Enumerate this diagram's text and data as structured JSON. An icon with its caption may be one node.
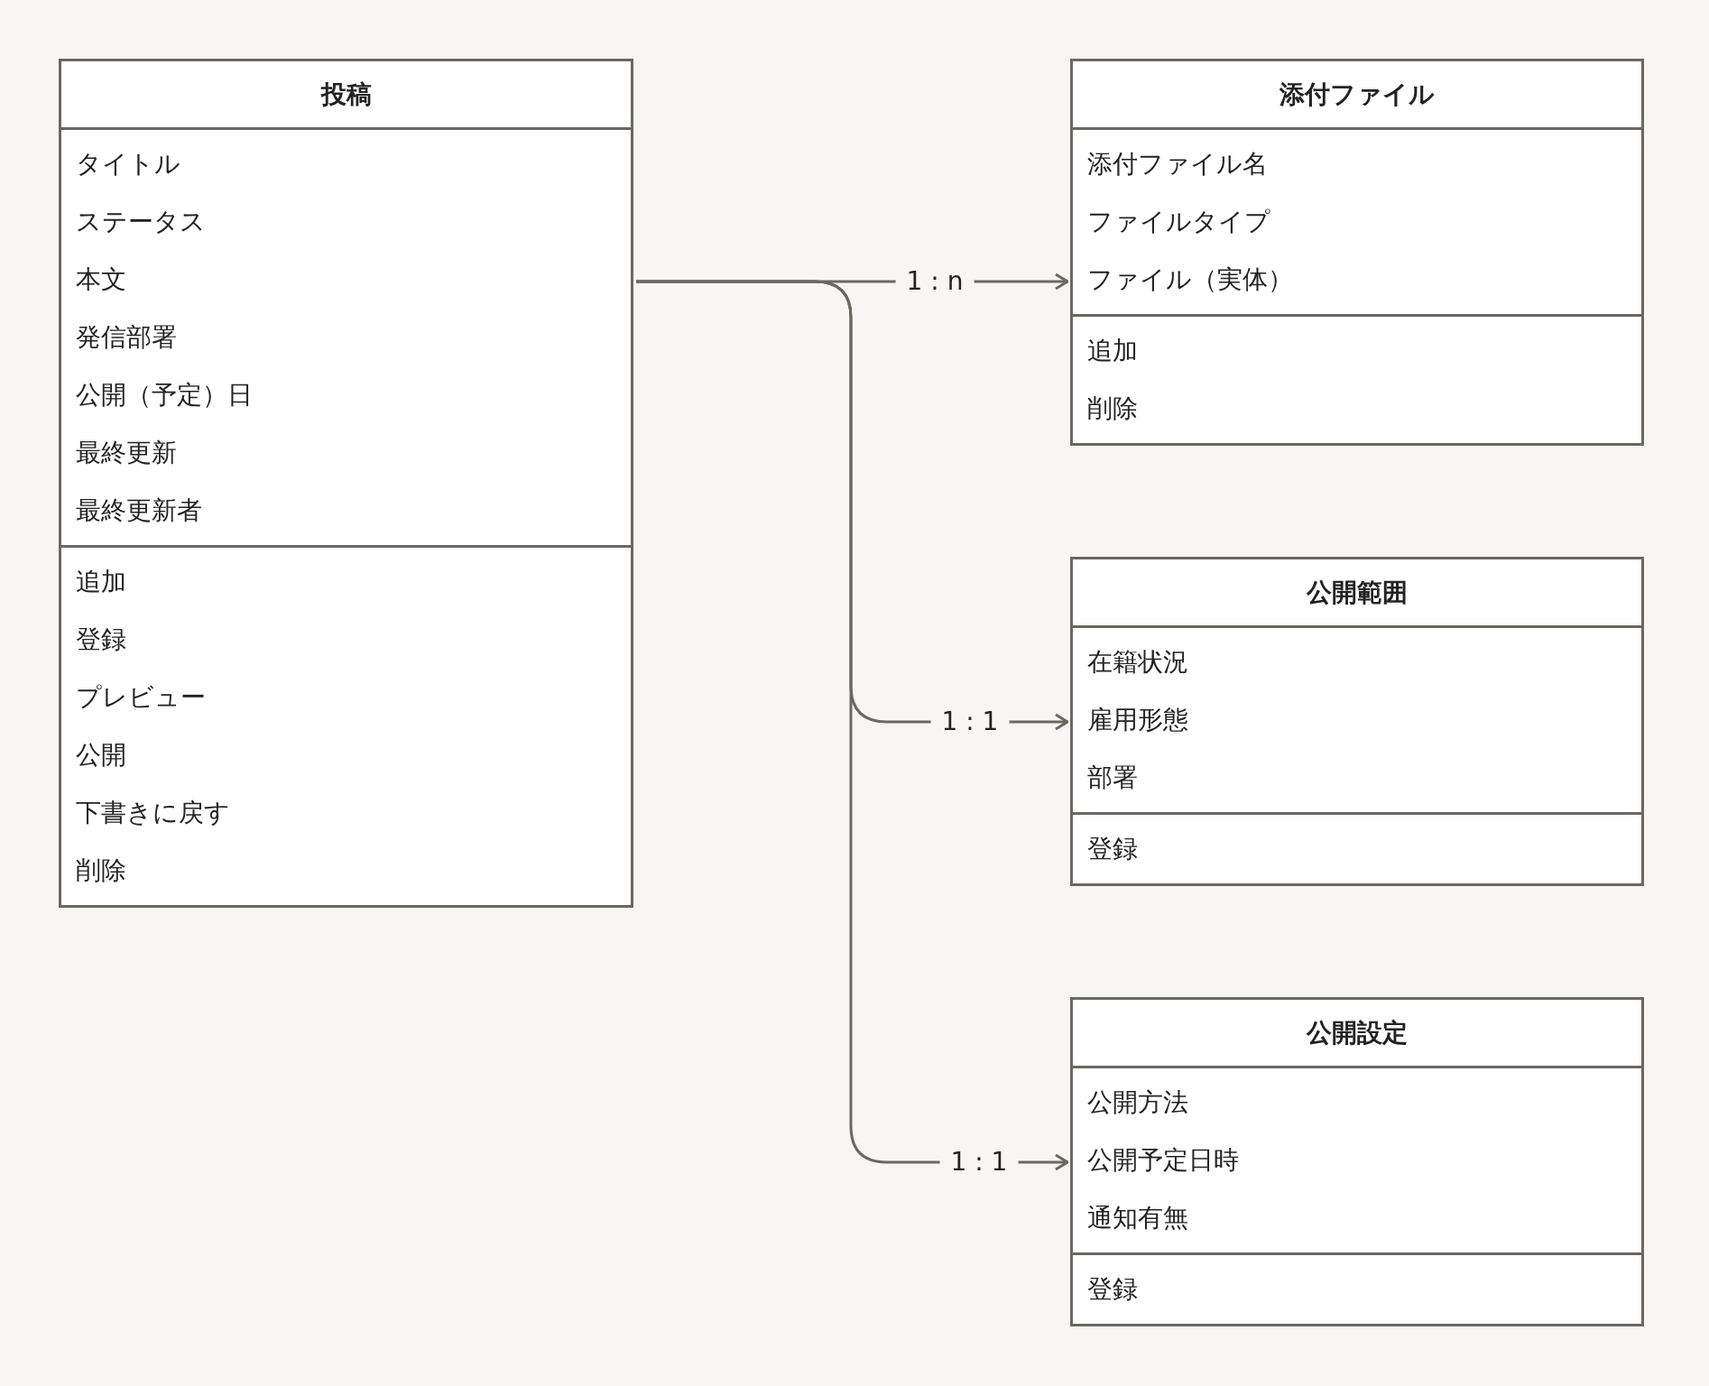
{
  "diagram": {
    "nodes": [
      {
        "text": [
          "投稿"
        ]
      },
      {
        "text": [
          "タイトル",
          "ステータス",
          "本文",
          "発信部署",
          "公開（予定）日",
          "最終更新",
          "最終更新者"
        ],
        "in": 0
      },
      {
        "text": [
          "追加",
          "登録",
          "プレビュー",
          "公開",
          "下書きに戻す",
          "削除"
        ],
        "in": 0
      },
      {
        "text": [
          "添付ファイル"
        ]
      },
      {
        "text": [
          "添付ファイル名",
          "ファイルタイプ",
          "ファイル（実体）"
        ],
        "in": 3
      },
      {
        "text": [
          "追加",
          "削除"
        ],
        "in": 3
      },
      {
        "text": [
          "公開範囲"
        ]
      },
      {
        "text": [
          "在籍状況",
          "雇用形態",
          "部署"
        ],
        "in": 6
      },
      {
        "text": [
          "登録"
        ],
        "in": 6
      },
      {
        "text": [
          "公開設定"
        ]
      },
      {
        "text": [
          "公開方法",
          "公開予定日時",
          "通知有無"
        ],
        "in": 9
      },
      {
        "text": [
          "登録"
        ],
        "in": 9
      }
    ],
    "edges": [
      {
        "from": 0,
        "to": 3,
        "arrow": "to",
        "label": "1 : n"
      },
      {
        "from": 0,
        "to": 6,
        "arrow": "to",
        "label": "1 : 1"
      },
      {
        "from": 0,
        "to": 9,
        "arrow": "to",
        "label": "1 : 1"
      }
    ]
  }
}
